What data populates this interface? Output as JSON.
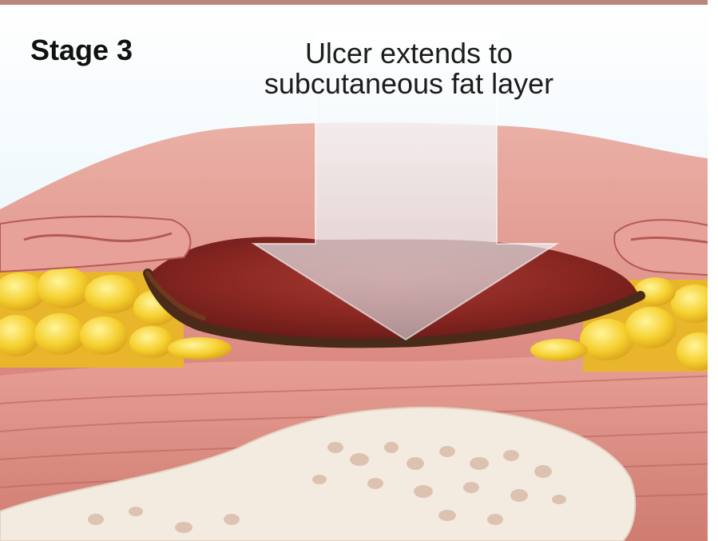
{
  "diagram": {
    "stage_label": "Stage 3",
    "caption_line1": "Ulcer extends to",
    "caption_line2": "subcutaneous fat layer"
  },
  "colors": {
    "sky": "#d7eef7",
    "skin": "#e0918a",
    "skin_dark": "#b5524c",
    "wound": "#8e2a26",
    "eschar": "#4a2a18",
    "fat": "#f2cc2c",
    "muscle": "#d98b80",
    "bone": "#f3ebe0",
    "arrow": "#eef6fb"
  },
  "icons": {
    "arrow": "down-arrow-icon"
  }
}
